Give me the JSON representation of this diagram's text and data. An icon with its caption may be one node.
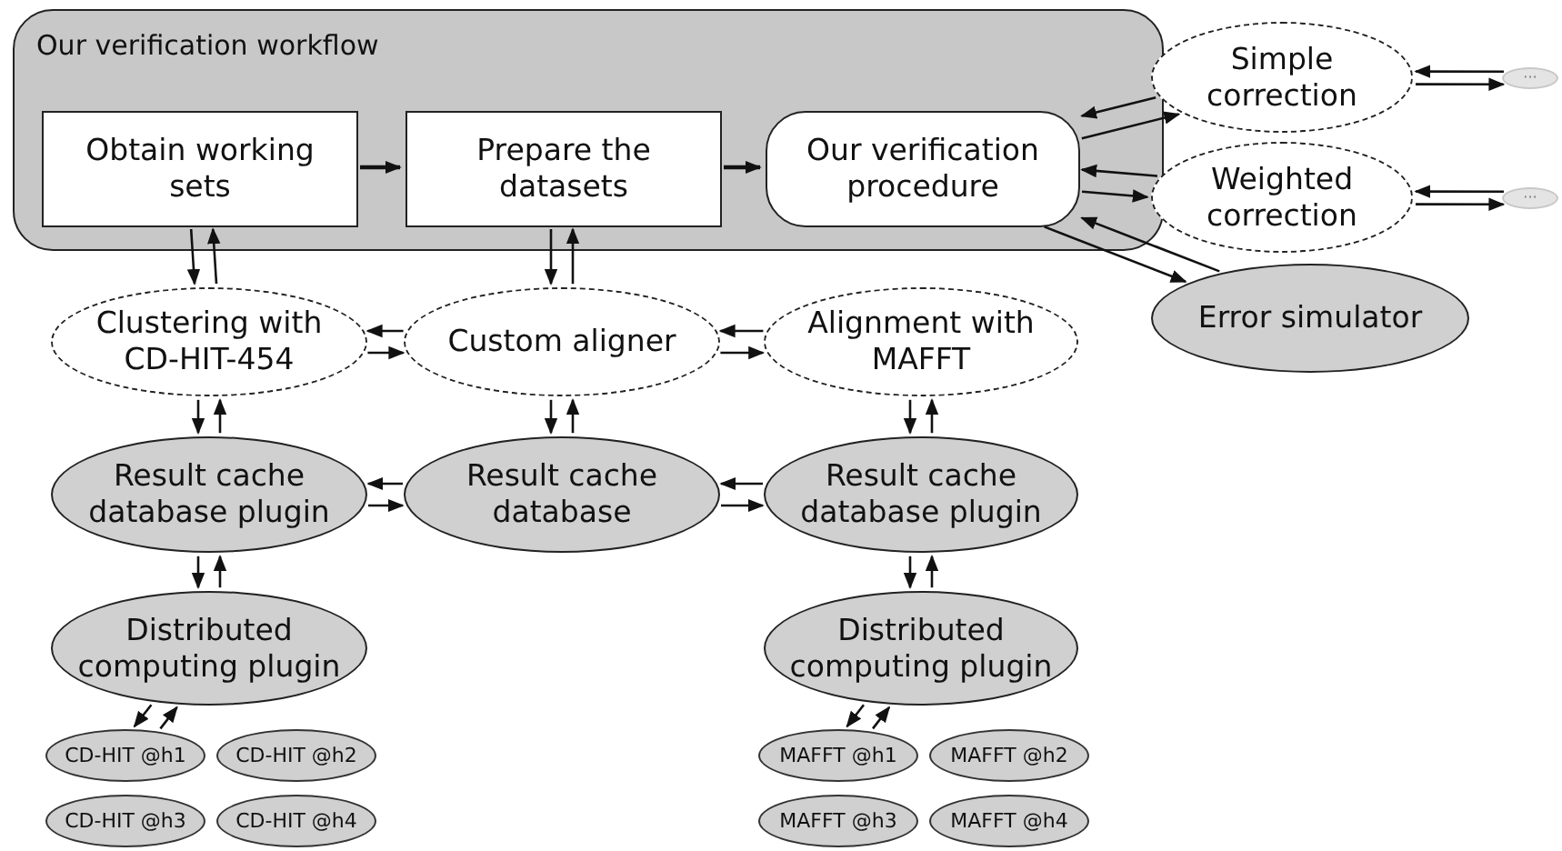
{
  "diagram": {
    "nodes": [
      {
        "text": [
          "Our verification workflow"
        ]
      },
      {
        "text": [
          "Obtain working sets"
        ],
        "in": 0
      },
      {
        "text": [
          "Prepare the datasets"
        ],
        "in": 0
      },
      {
        "text": [
          "Our verification procedure"
        ],
        "in": 0
      },
      {
        "text": [
          "Simple correction"
        ]
      },
      {
        "text": [
          "···"
        ]
      },
      {
        "text": [
          "Weighted correction"
        ]
      },
      {
        "text": [
          "···"
        ]
      },
      {
        "text": [
          "Error simulator"
        ]
      },
      {
        "text": [
          "Clustering with CD-HIT-454"
        ]
      },
      {
        "text": [
          "Custom aligner"
        ]
      },
      {
        "text": [
          "Alignment with MAFFT"
        ]
      },
      {
        "text": [
          "Result cache database plugin"
        ]
      },
      {
        "text": [
          "Result cache database"
        ]
      },
      {
        "text": [
          "Result cache database plugin"
        ]
      },
      {
        "text": [
          "Distributed computing plugin"
        ]
      },
      {
        "text": [
          "Distributed computing plugin"
        ]
      },
      {
        "text": [
          "CD-HIT @h1"
        ]
      },
      {
        "text": [
          "CD-HIT @h2"
        ]
      },
      {
        "text": [
          "CD-HIT @h3"
        ]
      },
      {
        "text": [
          "CD-HIT @h4"
        ]
      },
      {
        "text": [
          "MAFFT @h1"
        ]
      },
      {
        "text": [
          "MAFFT @h2"
        ]
      },
      {
        "text": [
          "MAFFT @h3"
        ]
      },
      {
        "text": [
          "MAFFT @h4"
        ]
      }
    ],
    "edges": [
      {
        "from": 1,
        "to": 2,
        "arrow": "to"
      },
      {
        "from": 2,
        "to": 3,
        "arrow": "to"
      },
      {
        "from": 3,
        "to": 4,
        "arrow": "to"
      },
      {
        "from": 4,
        "to": 3,
        "arrow": "to"
      },
      {
        "from": 3,
        "to": 6,
        "arrow": "to"
      },
      {
        "from": 6,
        "to": 3,
        "arrow": "to"
      },
      {
        "from": 3,
        "to": 8,
        "arrow": "to"
      },
      {
        "from": 8,
        "to": 3,
        "arrow": "to"
      },
      {
        "from": 4,
        "to": 5,
        "arrow": "to"
      },
      {
        "from": 5,
        "to": 4,
        "arrow": "to"
      },
      {
        "from": 6,
        "to": 7,
        "arrow": "to"
      },
      {
        "from": 7,
        "to": 6,
        "arrow": "to"
      },
      {
        "from": 1,
        "to": 9,
        "arrow": "to"
      },
      {
        "from": 9,
        "to": 1,
        "arrow": "to"
      },
      {
        "from": 2,
        "to": 10,
        "arrow": "to"
      },
      {
        "from": 10,
        "to": 2,
        "arrow": "to"
      },
      {
        "from": 10,
        "to": 9,
        "arrow": "to"
      },
      {
        "from": 9,
        "to": 10,
        "arrow": "to"
      },
      {
        "from": 10,
        "to": 11,
        "arrow": "to"
      },
      {
        "from": 11,
        "to": 10,
        "arrow": "to"
      },
      {
        "from": 9,
        "to": 12,
        "arrow": "to"
      },
      {
        "from": 12,
        "to": 9,
        "arrow": "to"
      },
      {
        "from": 10,
        "to": 13,
        "arrow": "to"
      },
      {
        "from": 13,
        "to": 10,
        "arrow": "to"
      },
      {
        "from": 11,
        "to": 14,
        "arrow": "to"
      },
      {
        "from": 14,
        "to": 11,
        "arrow": "to"
      },
      {
        "from": 12,
        "to": 13,
        "arrow": "to"
      },
      {
        "from": 13,
        "to": 12,
        "arrow": "to"
      },
      {
        "from": 14,
        "to": 13,
        "arrow": "to"
      },
      {
        "from": 13,
        "to": 14,
        "arrow": "to"
      },
      {
        "from": 12,
        "to": 15,
        "arrow": "to"
      },
      {
        "from": 15,
        "to": 12,
        "arrow": "to"
      },
      {
        "from": 14,
        "to": 16,
        "arrow": "to"
      },
      {
        "from": 16,
        "to": 14,
        "arrow": "to"
      },
      {
        "from": 15,
        "to": 17,
        "arrow": "to"
      },
      {
        "from": 17,
        "to": 15,
        "arrow": "to"
      },
      {
        "from": 16,
        "to": 21,
        "arrow": "to"
      },
      {
        "from": 21,
        "to": 16,
        "arrow": "to"
      }
    ]
  }
}
